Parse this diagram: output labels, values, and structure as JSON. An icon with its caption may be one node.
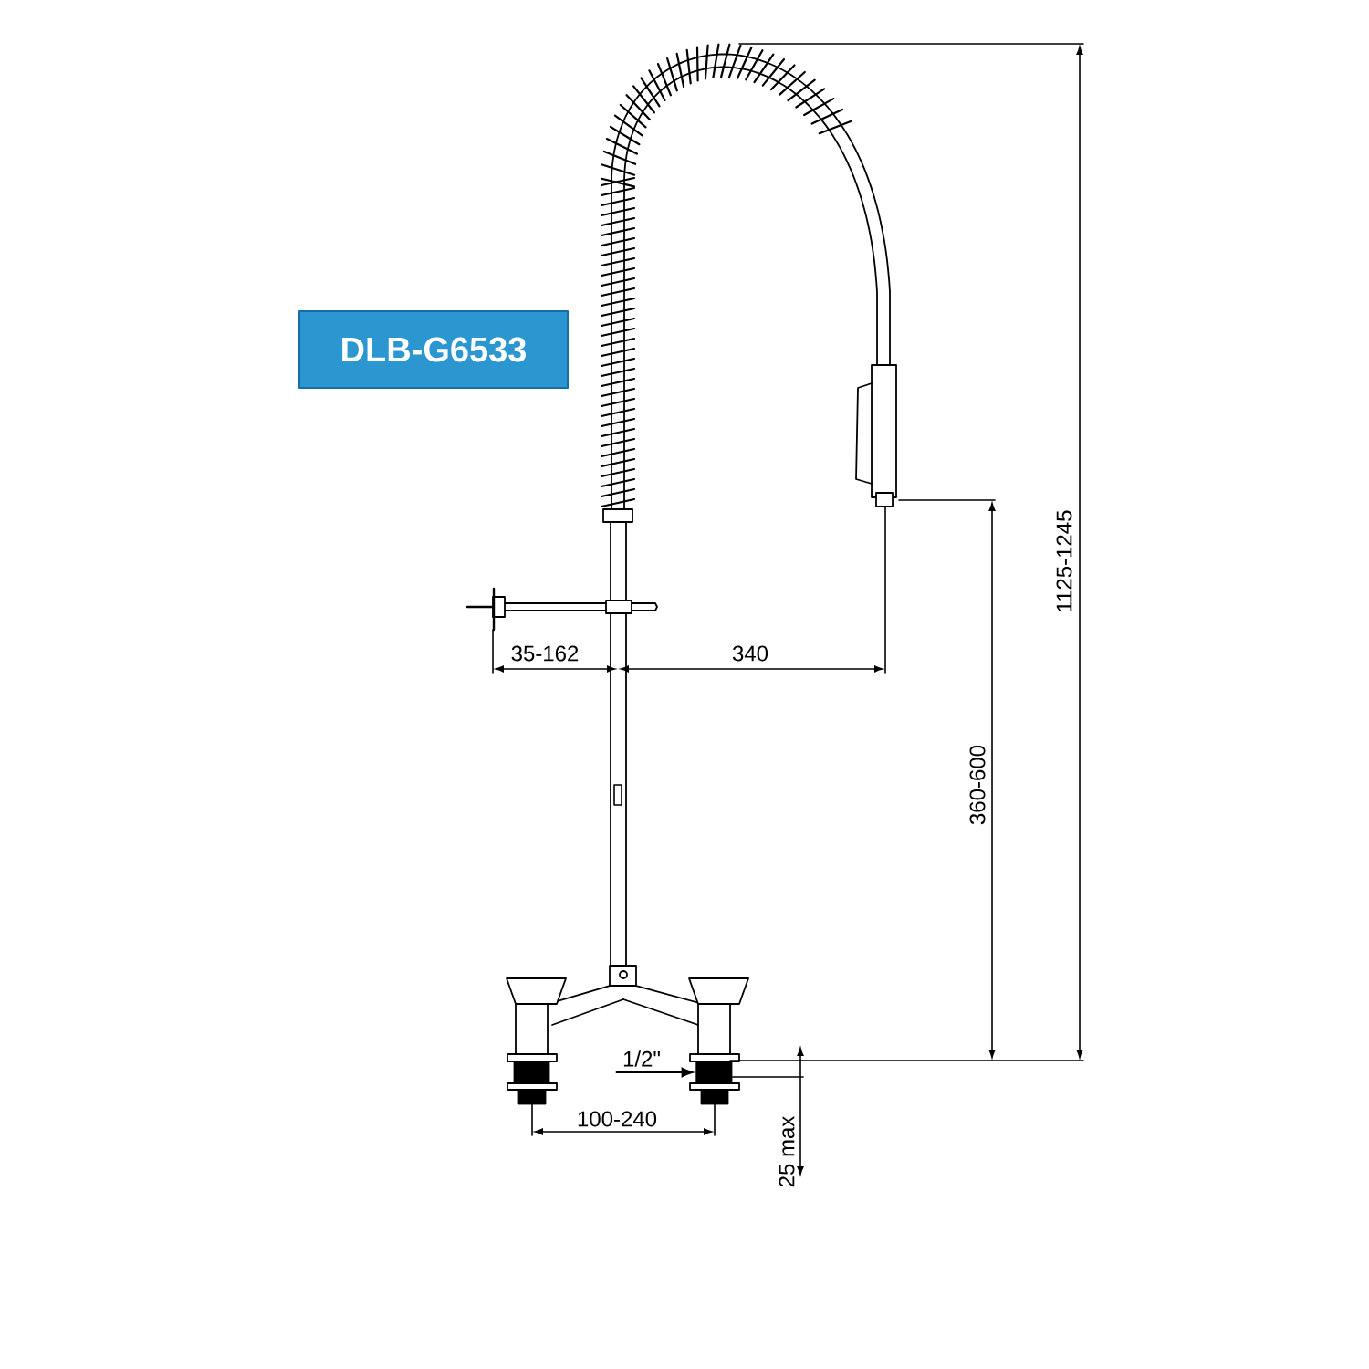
{
  "diagram": {
    "nodes": [
      {
        "text": [
          "1/2\""
        ]
      },
      {
        "text": [],
        "shape": "box"
      }
    ],
    "edges": [
      {
        "from": 0,
        "to": 1,
        "arrow": "to"
      }
    ],
    "labels": [
      "DLB-G6533",
      "35-162",
      "340",
      "1125-1245",
      "360-600",
      "100-240",
      "25 max"
    ]
  }
}
